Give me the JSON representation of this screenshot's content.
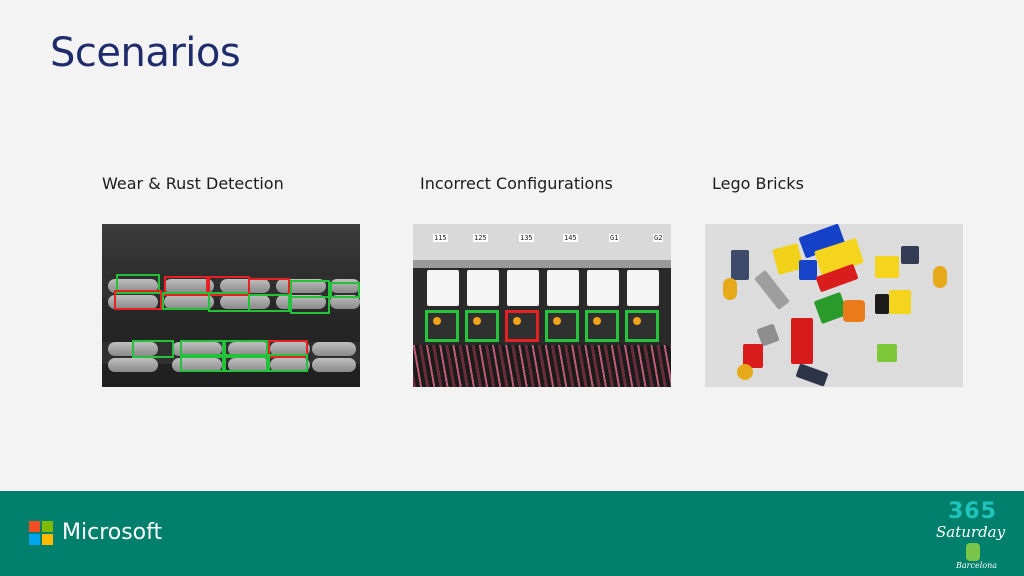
{
  "slide": {
    "title": "Scenarios"
  },
  "scenarios": [
    {
      "label": "Wear & Rust Detection"
    },
    {
      "label": "Incorrect Configurations",
      "panel_tags": [
        "115",
        "125",
        "135",
        "145",
        "G1",
        "G2"
      ]
    },
    {
      "label": "Lego Bricks"
    }
  ],
  "footer": {
    "brand": "Microsoft",
    "badge": {
      "number": "365",
      "word": "Saturday",
      "city": "Barcelona"
    }
  },
  "colors": {
    "title": "#1f2b6b",
    "footer": "#00806c",
    "ok_box": "#22c23a",
    "defect_box": "#e52222"
  }
}
